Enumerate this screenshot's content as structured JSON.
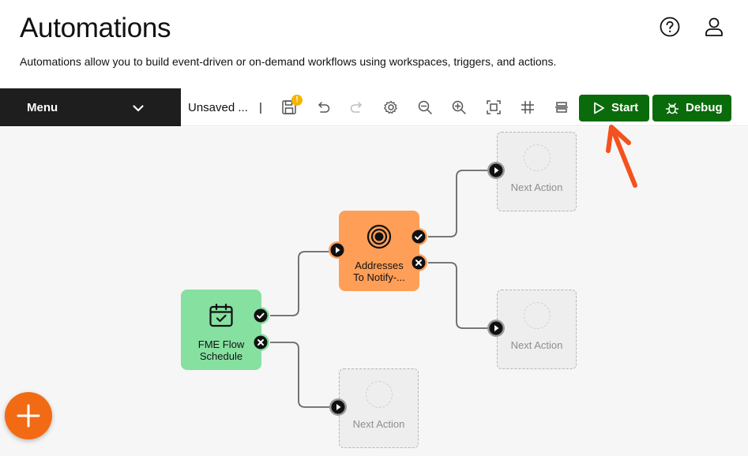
{
  "page": {
    "title": "Automations",
    "description": "Automations allow you to build event-driven or on-demand workflows using workspaces, triggers, and actions."
  },
  "header_icons": [
    "help-circle-icon",
    "user-icon"
  ],
  "toolbar": {
    "menu_label": "Menu",
    "name": "Unsaved ...",
    "separator": "|",
    "save_badge": "!",
    "start_label": "Start",
    "debug_label": "Debug",
    "icons": [
      "save-icon",
      "undo-icon",
      "redo-icon",
      "settings-icon",
      "zoom-out-icon",
      "zoom-in-icon",
      "fit-screen-icon",
      "grid-icon",
      "align-icon"
    ]
  },
  "canvas": {
    "trigger_node": {
      "line1": "FME Flow",
      "line2": "Schedule",
      "icon": "calendar-check-icon"
    },
    "action_node": {
      "line1": "Addresses",
      "line2": "To  Notify-...",
      "icon": "target-icon"
    },
    "placeholders": [
      {
        "label": "Next Action"
      },
      {
        "label": "Next Action"
      },
      {
        "label": "Next Action"
      }
    ]
  },
  "colors": {
    "primary_button": "#0a6b0a",
    "trigger_node": "#86e0a0",
    "action_node": "#ff9e57",
    "fab": "#f26a14",
    "menu_bg": "#1e1e1e",
    "annotation_arrow": "#f4511e"
  }
}
